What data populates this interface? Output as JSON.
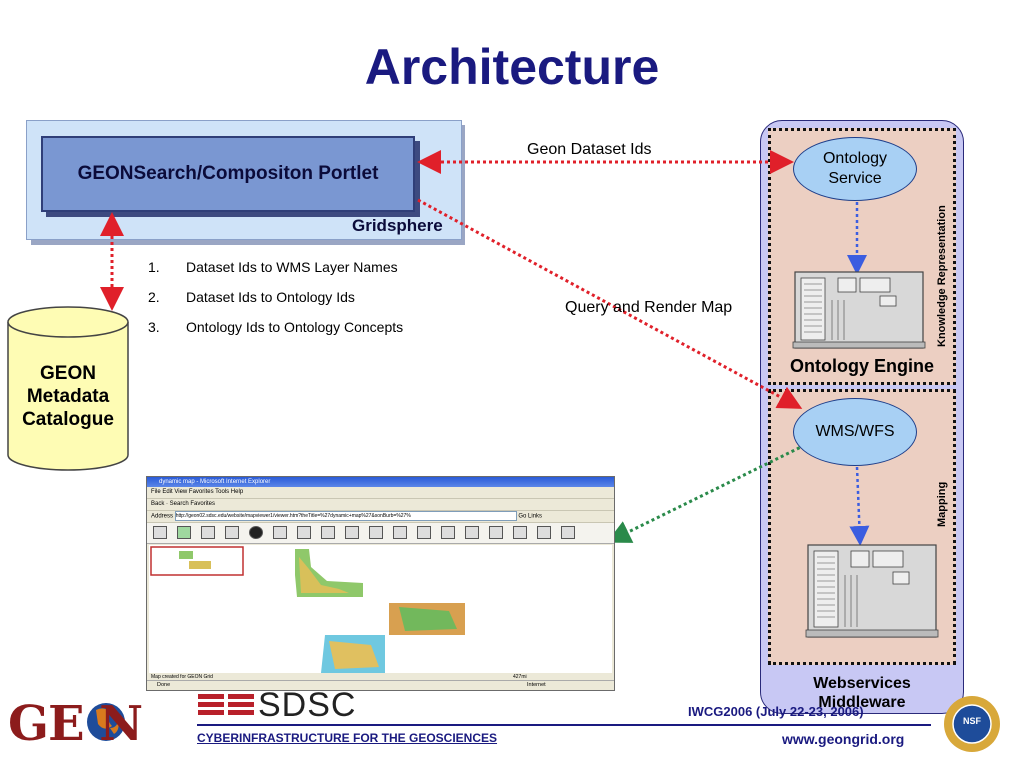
{
  "title": "Architecture",
  "portlet": {
    "label": "GEONSearch/Compositon Portlet",
    "container": "Gridsphere"
  },
  "steps": [
    {
      "num": "1.",
      "text": "Dataset Ids to WMS Layer Names"
    },
    {
      "num": "2.",
      "text": "Dataset Ids to Ontology Ids"
    },
    {
      "num": "3.",
      "text": "Ontology Ids to Ontology Concepts"
    }
  ],
  "catalogue": {
    "line1": "GEON",
    "line2": "Metadata",
    "line3": "Catalogue"
  },
  "arrows": {
    "dataset_ids": "Geon Dataset Ids",
    "query_render": "Query and Render Map"
  },
  "right_panel": {
    "ontology_service_1": "Ontology",
    "ontology_service_2": "Service",
    "ontology_engine": "Ontology Engine",
    "knowledge_label": "Knowledge Representation",
    "wms": "WMS/WFS",
    "mapping_label": "Mapping",
    "middleware_1": "Webservices",
    "middleware_2": "Middleware"
  },
  "browser": {
    "title": "dynamic map - Microsoft Internet Explorer",
    "menu": "File   Edit   View   Favorites   Tools   Help",
    "nav": "Back  ·  Search   Favorites",
    "address_label": "Address",
    "address": "http://geon02.sdsc.edu/website/mapviewer1/viewer.htm?theTitle=%27dynamic+map%27&sonBurb=%27%",
    "go": "Go",
    "links": "Links",
    "caption": "Map created for GEON Grid",
    "scale": "427mi",
    "status_left": "Done",
    "status_right": "Internet"
  },
  "footer": {
    "logo": "GE N",
    "sdsc": "SDSC",
    "tagline": "CYBERINFRASTRUCTURE FOR THE GEOSCIENCES",
    "conference": "IWCG2006 (July 22-23, 2006)",
    "url": "www.geongrid.org",
    "nsf": "NSF"
  },
  "colors": {
    "title": "#1a1a80",
    "red_link": "#e0202a",
    "blue_link": "#3b5de0",
    "green_link": "#2a8a4a"
  }
}
